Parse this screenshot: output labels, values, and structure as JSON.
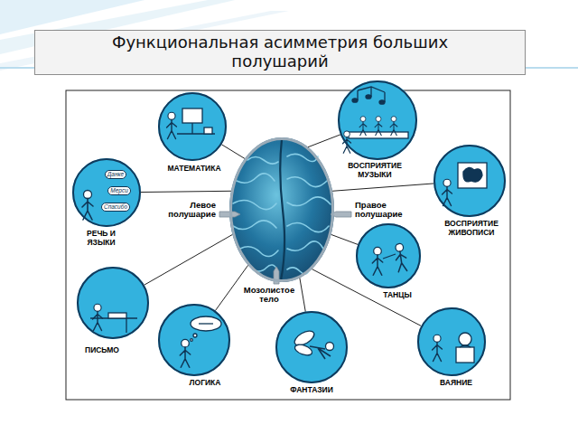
{
  "diagram": {
    "title": "Функциональная асимметрия больших полушарий",
    "nodes": [
      {
        "text": [
          "Левое полушарие",
          "Правое полушарие",
          "Мозолистое тело"
        ]
      },
      {
        "text": [
          "МАТЕМАТИКА"
        ]
      },
      {
        "text": [
          "ВОСПРИЯТИЕ МУЗЫКИ"
        ]
      },
      {
        "text": [
          "ВОСПРИЯТИЕ ЖИВОПИСИ"
        ]
      },
      {
        "text": [
          "ТАНЦЫ"
        ]
      },
      {
        "text": [
          "ВАЯНИЕ"
        ]
      },
      {
        "text": [
          "ФАНТАЗИИ"
        ]
      },
      {
        "text": [
          "ЛОГИКА"
        ]
      },
      {
        "text": [
          "ПИСЬМО"
        ]
      },
      {
        "text": [
          "РЕЧЬ И ЯЗЫКИ",
          "Данке",
          "Мерси",
          "Спасибо"
        ]
      }
    ],
    "edges": [
      {
        "from": 1,
        "to": 0,
        "arrow": "none"
      },
      {
        "from": 2,
        "to": 0,
        "arrow": "none"
      },
      {
        "from": 3,
        "to": 0,
        "arrow": "none"
      },
      {
        "from": 4,
        "to": 0,
        "arrow": "none"
      },
      {
        "from": 5,
        "to": 0,
        "arrow": "none"
      },
      {
        "from": 6,
        "to": 0,
        "arrow": "none"
      },
      {
        "from": 7,
        "to": 0,
        "arrow": "none"
      },
      {
        "from": 8,
        "to": 0,
        "arrow": "none"
      },
      {
        "from": 9,
        "to": 0,
        "arrow": "none"
      }
    ]
  }
}
